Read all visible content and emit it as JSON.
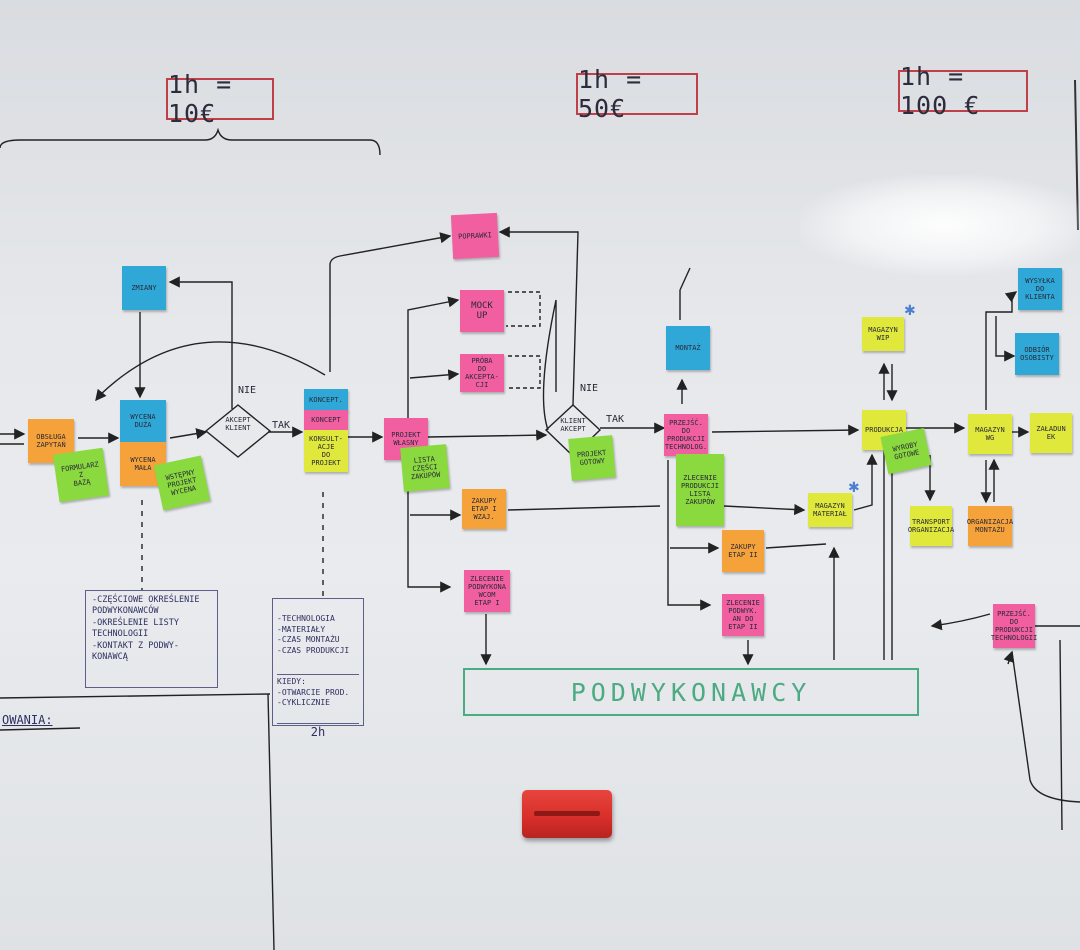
{
  "rates": [
    {
      "id": "rate-10",
      "text": "1h = 10€"
    },
    {
      "id": "rate-50",
      "text": "1h = 50€"
    },
    {
      "id": "rate-100",
      "text": "1h = 100 €"
    }
  ],
  "notes": {
    "obsluga": "OBSŁUGA\nZAPYTAŃ",
    "formularz": "FORMULARZ\nZ\nBAZĄ",
    "zmiany": "ZMIANY",
    "wycena_duza": "WYCENA\nDUŻA",
    "wycena_mala": "WYCENA\nMAŁA",
    "wstepny_projekt": "WSTĘPNY\nPROJEKT\nWYCENA",
    "koncept": "KONCEPT.",
    "koncept2": "KONCEPT",
    "konsultacje": "KONSULT-\nACJE\nDO PROJEKT",
    "poprawki": "POPRAWKI",
    "mock_up": "MOCK\nUP",
    "proba": "PRÓBA\nDO\nAKCEPTA-\nCJI",
    "projekt_wlasny": "PROJEKT\nWŁASNY",
    "lista_zakupow": "LISTA\nCZĘŚCI\nZAKUPÓW",
    "zakupy_etap1": "ZAKUPY\nETAP I\nWZAJ.",
    "zlecenie_etap1": "ZLECENIE\nPODWYKONA\nWCOM\nETAP I",
    "projekt_gotowy": "PROJEKT\nGOTOWY",
    "montaz": "MONTAŻ",
    "przejscie_produkcji": "PRZEJŚĆ.\nDO\nPRODUKCJI\nTECHNOLOG.",
    "zlecenie_produkcji": "ZLECENIE\nPRODUKCJI\nLISTA\nZAKUPÓW",
    "zakupy_etap2": "ZAKUPY\nETAP II",
    "zlecenie_etap2": "ZLECENIE\nPODWYK.\nAN DO\nETAP II",
    "magazyn_material": "MAGAZYN\nMATERIAŁ",
    "magazyn_wip": "MAGAZYN\nWIP",
    "produkcja": "PRODUKCJA",
    "wyroby_gotowe": "WYROBY\nGOTOWE",
    "transport": "TRANSPORT\nORGANIZACJA",
    "magazyn_wg": "MAGAZYN\nWG",
    "organizacja_montazu": "ORGANIZACJA\nMONTAŻU",
    "zaladunek": "ZAŁADUN\nEK",
    "wysylka": "WYSYŁKA\nDO KLIENTA",
    "odbior": "ODBIÓR\nOSOBISTY",
    "przejscie_technologii": "PRZEJŚĆ.\nDO\nPRODUKCJI\nTECHNOLOGII"
  },
  "decisions": {
    "akcept_klient_1": "AKCEPT\nKLIENT",
    "akcept_klient_2": "KLIENT\nAKCEPT"
  },
  "labels": {
    "nie_1": "NIE",
    "tak_1": "TAK",
    "nie_2": "NIE",
    "tak_2": "TAK",
    "obowiazania": "OWANIA:"
  },
  "handwritten": {
    "left_box": "-CZĘŚCIOWE OKREŚLENIE\nPODWYKONAWCÓW\n-OKREŚLENIE LISTY\nTECHNOLOGII\n-KONTAKT Z PODWY-\nKONAWCĄ",
    "right_box": "-TECHNOLOGIA\n-MATERIAŁY\n-CZAS MONTAŻU\n-CZAS PRODUKCJI",
    "right_box_kiedy": "KIEDY:\n-OTWARCIE PROD.\n-CYKLICZNIE",
    "right_box_time": "2h"
  },
  "subcontractors": "PODWYKONAWCY",
  "icons": [
    "eraser-icon",
    "star-icon"
  ],
  "colors": {
    "orange": "#f6a23a",
    "green": "#8ad93f",
    "pink": "#f25fa0",
    "blue": "#2fa8d8",
    "yellow": "#dfe83b",
    "marker_red": "#c0404a",
    "marker_green": "#4cab82",
    "marker_blue": "#2e3060"
  }
}
